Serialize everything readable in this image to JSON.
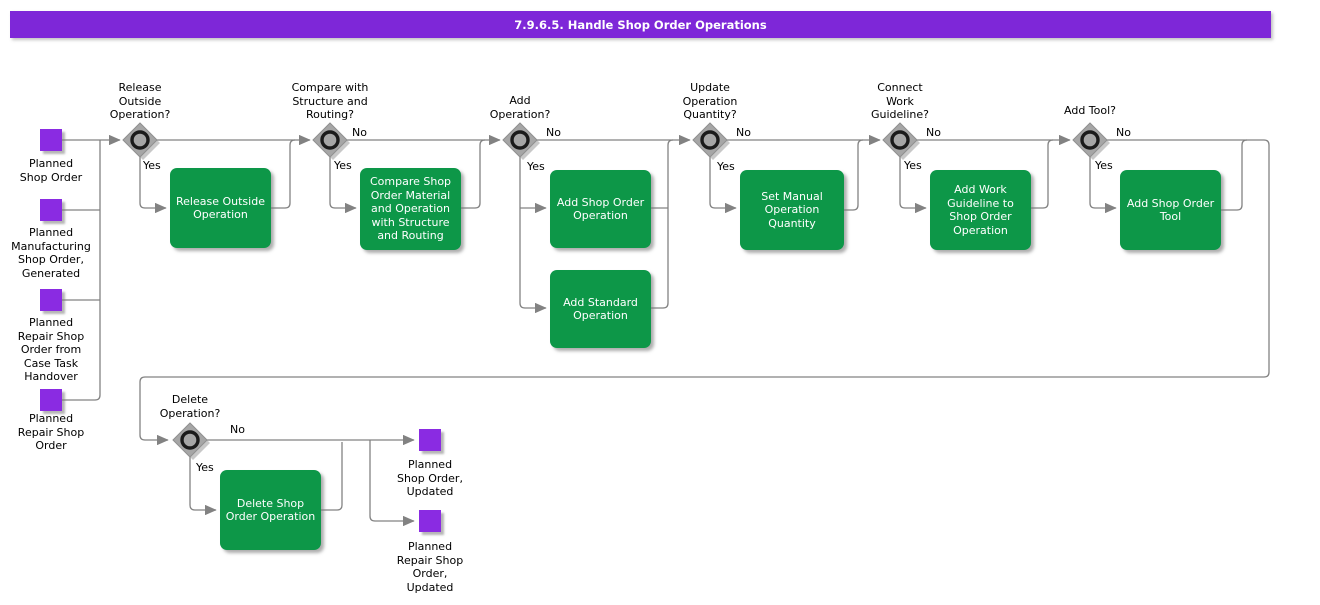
{
  "title": "7.9.6.5. Handle Shop Order Operations",
  "colors": {
    "header_purple": "#7E27D8",
    "artifact_purple": "#8A2BE2",
    "activity_green": "#0D9748",
    "gateway_gray": "#A6A6A6",
    "line_gray": "#828282"
  },
  "inputs": [
    {
      "label": "Planned\nShop Order"
    },
    {
      "label": "Planned\nManufacturing\nShop Order,\nGenerated"
    },
    {
      "label": "Planned\nRepair Shop\nOrder from\nCase Task\nHandover"
    },
    {
      "label": "Planned\nRepair Shop\nOrder"
    }
  ],
  "outputs": [
    {
      "label": "Planned\nShop Order,\nUpdated"
    },
    {
      "label": "Planned\nRepair Shop\nOrder,\nUpdated"
    }
  ],
  "decisions": [
    {
      "label": "Release\nOutside\nOperation?",
      "yes": "Yes"
    },
    {
      "label": "Compare with\nStructure and\nRouting?",
      "yes": "Yes",
      "no": "No"
    },
    {
      "label": "Add\nOperation?",
      "yes": "Yes",
      "no": "No"
    },
    {
      "label": "Update\nOperation\nQuantity?",
      "yes": "Yes",
      "no": "No"
    },
    {
      "label": "Connect\nWork\nGuideline?",
      "yes": "Yes",
      "no": "No"
    },
    {
      "label": "Add Tool?",
      "yes": "Yes",
      "no": "No"
    },
    {
      "label": "Delete\nOperation?",
      "yes": "Yes",
      "no": "No"
    }
  ],
  "activities": [
    {
      "label": "Release Outside\nOperation"
    },
    {
      "label": "Compare Shop\nOrder Material\nand Operation\nwith Structure\nand Routing"
    },
    {
      "label": "Add Shop Order\nOperation"
    },
    {
      "label": "Add Standard\nOperation"
    },
    {
      "label": "Set Manual\nOperation\nQuantity"
    },
    {
      "label": "Add Work\nGuideline to\nShop Order\nOperation"
    },
    {
      "label": "Add Shop Order\nTool"
    },
    {
      "label": "Delete Shop\nOrder Operation"
    }
  ]
}
